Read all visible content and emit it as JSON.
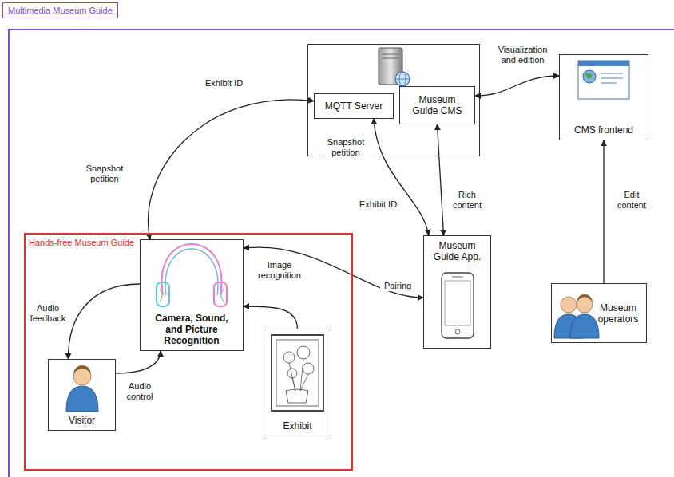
{
  "diagram": {
    "nodes": [
      {
        "text": [
          "Multimedia Museum Guide"
        ]
      },
      {
        "text": [
          "MQTT Server"
        ],
        "in": 0
      },
      {
        "text": [
          "Museum Guide CMS"
        ],
        "in": 0
      },
      {
        "text": [
          "CMS frontend"
        ],
        "in": 0
      },
      {
        "text": [
          "Hands-free Museum Guide"
        ],
        "in": 0
      },
      {
        "text": [
          "Camera, Sound, and Picture Recognition"
        ],
        "in": 4
      },
      {
        "text": [
          "Visitor"
        ],
        "in": 4
      },
      {
        "text": [
          "Exhibit"
        ],
        "in": 4
      },
      {
        "text": [
          "Museum Guide App."
        ],
        "in": 0
      },
      {
        "text": [
          "Museum operators"
        ],
        "in": 0
      }
    ],
    "edges": [
      {
        "from": 3,
        "to": 2,
        "arrow": "both",
        "label": "Visualization and edition"
      },
      {
        "from": 9,
        "to": 3,
        "arrow": "to",
        "label": "Edit content"
      },
      {
        "from": 2,
        "to": 8,
        "arrow": "both",
        "label": "Rich content"
      },
      {
        "from": 1,
        "to": 8,
        "arrow": "both",
        "label": "Snapshot petition"
      },
      {
        "from": 1,
        "to": 5,
        "arrow": "both",
        "label": "Snapshot petition"
      },
      {
        "from": 5,
        "to": 8,
        "arrow": "both",
        "label": "Pairing"
      },
      {
        "from": 7,
        "to": 5,
        "arrow": "to",
        "label": "Image recognition"
      },
      {
        "from": 5,
        "to": 6,
        "arrow": "to",
        "label": "Audio feedback"
      },
      {
        "from": 6,
        "to": 5,
        "arrow": "to",
        "label": "Audio control"
      }
    ],
    "labels": [
      "Exhibit ID",
      "Exhibit ID"
    ]
  }
}
